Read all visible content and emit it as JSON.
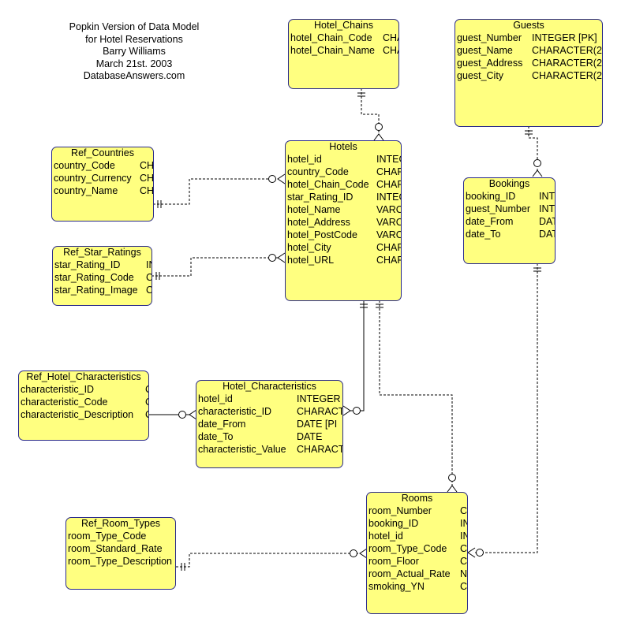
{
  "title_block": {
    "lines": [
      "Popkin Version of Data Model",
      "for Hotel Reservations",
      "Barry Williams",
      "March 21st. 2003",
      "DatabaseAnswers.com"
    ]
  },
  "entities": {
    "hotel_chains": {
      "title": "Hotel_Chains",
      "attributes": [
        {
          "name": "hotel_Chain_Code",
          "type": "CHA"
        },
        {
          "name": "hotel_Chain_Name",
          "type": "CHA"
        }
      ]
    },
    "guests": {
      "title": "Guests",
      "attributes": [
        {
          "name": "guest_Number",
          "type": "INTEGER  [PK]"
        },
        {
          "name": "guest_Name",
          "type": "CHARACTER(2"
        },
        {
          "name": "guest_Address",
          "type": "CHARACTER(2"
        },
        {
          "name": "guest_City",
          "type": "CHARACTER(2"
        }
      ]
    },
    "ref_countries": {
      "title": "Ref_Countries",
      "attributes": [
        {
          "name": "country_Code",
          "type": "CH"
        },
        {
          "name": "country_Currency",
          "type": "CH"
        },
        {
          "name": "country_Name",
          "type": "CH"
        }
      ]
    },
    "hotels": {
      "title": "Hotels",
      "attributes": [
        {
          "name": "hotel_id",
          "type": "INTEG"
        },
        {
          "name": "country_Code",
          "type": "CHAR"
        },
        {
          "name": "hotel_Chain_Code",
          "type": "CHAR"
        },
        {
          "name": "star_Rating_ID",
          "type": "INTEG"
        },
        {
          "name": "hotel_Name",
          "type": "VARC"
        },
        {
          "name": "hotel_Address",
          "type": "VARC"
        },
        {
          "name": "hotel_PostCode",
          "type": "VARC"
        },
        {
          "name": "hotel_City",
          "type": "CHAR"
        },
        {
          "name": "hotel_URL",
          "type": "CHAR"
        }
      ]
    },
    "bookings": {
      "title": "Bookings",
      "attributes": [
        {
          "name": "booking_ID",
          "type": "INT"
        },
        {
          "name": "guest_Number",
          "type": "INT"
        },
        {
          "name": "date_From",
          "type": "DAT"
        },
        {
          "name": "date_To",
          "type": "DAT"
        }
      ]
    },
    "ref_star_ratings": {
      "title": "Ref_Star_Ratings",
      "attributes": [
        {
          "name": "star_Rating_ID",
          "type": "IN"
        },
        {
          "name": "star_Rating_Code",
          "type": "C"
        },
        {
          "name": "star_Rating_Image",
          "type": "C"
        }
      ]
    },
    "ref_hotel_characteristics": {
      "title": "Ref_Hotel_Characteristics",
      "attributes": [
        {
          "name": "characteristic_ID",
          "type": "C"
        },
        {
          "name": "characteristic_Code",
          "type": "C"
        },
        {
          "name": "characteristic_Description",
          "type": "C"
        }
      ]
    },
    "hotel_characteristics": {
      "title": "Hotel_Characteristics",
      "attributes": [
        {
          "name": "hotel_id",
          "type": "INTEGER"
        },
        {
          "name": "characteristic_ID",
          "type": "CHARACT"
        },
        {
          "name": "date_From",
          "type": "DATE  [PI"
        },
        {
          "name": "date_To",
          "type": "DATE"
        },
        {
          "name": "characteristic_Value",
          "type": "CHARACT"
        }
      ]
    },
    "ref_room_types": {
      "title": "Ref_Room_Types",
      "attributes": [
        {
          "name": "room_Type_Code",
          "type": ""
        },
        {
          "name": "room_Standard_Rate",
          "type": ""
        },
        {
          "name": "room_Type_Description",
          "type": ""
        }
      ]
    },
    "rooms": {
      "title": "Rooms",
      "attributes": [
        {
          "name": "room_Number",
          "type": "C"
        },
        {
          "name": "booking_ID",
          "type": "IN"
        },
        {
          "name": "hotel_id",
          "type": "IN"
        },
        {
          "name": "room_Type_Code",
          "type": "C"
        },
        {
          "name": "room_Floor",
          "type": "C"
        },
        {
          "name": "room_Actual_Rate",
          "type": "N"
        },
        {
          "name": "smoking_YN",
          "type": "C"
        }
      ]
    }
  },
  "colors": {
    "entity_fill": "#ffff80",
    "entity_border": "#2a2a8a",
    "line": "#000000"
  }
}
